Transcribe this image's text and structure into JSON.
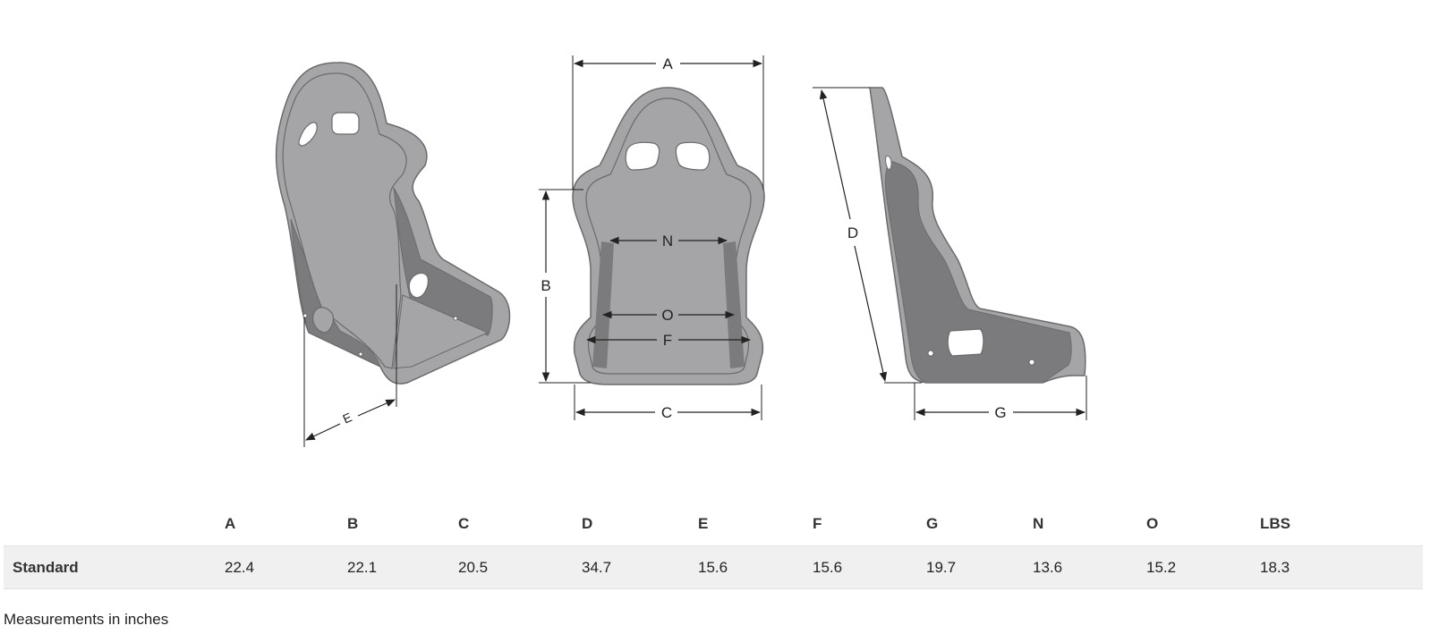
{
  "diagram": {
    "dimension_labels": {
      "A": "A",
      "B": "B",
      "C": "C",
      "D": "D",
      "E": "E",
      "F": "F",
      "G": "G",
      "N": "N",
      "O": "O"
    },
    "colors": {
      "shell": "#a5a5a8",
      "shell_outline": "#6b6b6e",
      "inner_side": "#7b7b7e",
      "line": "#222222"
    }
  },
  "table": {
    "columns": [
      "A",
      "B",
      "C",
      "D",
      "E",
      "F",
      "G",
      "N",
      "O",
      "LBS"
    ],
    "rows": [
      {
        "label": "Standard",
        "values": [
          "22.4",
          "22.1",
          "20.5",
          "34.7",
          "15.6",
          "15.6",
          "19.7",
          "13.6",
          "15.2",
          "18.3"
        ]
      }
    ]
  },
  "footnote": "Measurements in inches"
}
